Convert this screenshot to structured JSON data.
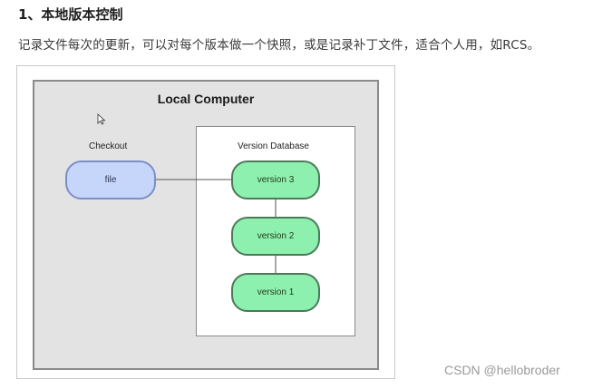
{
  "heading": "1、本地版本控制",
  "description": "记录文件每次的更新，可以对每个版本做一个快照，或是记录补丁文件，适合个人用，如RCS。",
  "diagram": {
    "outer_title": "Local Computer",
    "checkout_label": "Checkout",
    "file_label": "file",
    "database_label": "Version Database",
    "versions": [
      "version 3",
      "version 2",
      "version 1"
    ]
  },
  "watermark": "CSDN @hellobroder",
  "icons": {
    "cursor": "mouse-pointer-icon"
  }
}
